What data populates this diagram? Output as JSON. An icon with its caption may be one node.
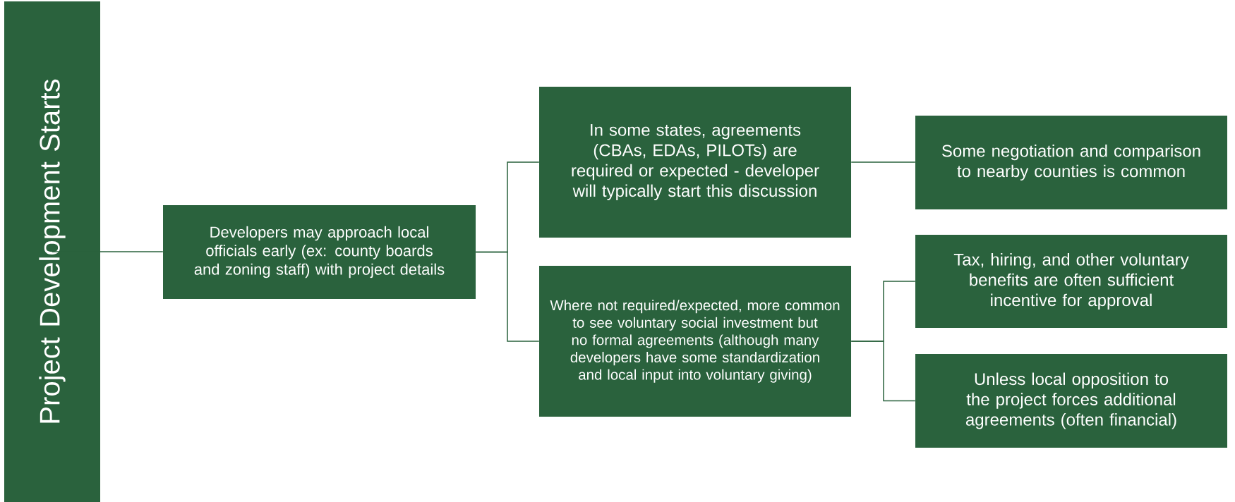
{
  "diagram": {
    "nodes": [
      {
        "text": [
          "Project Development Starts"
        ]
      },
      {
        "text": [
          "Developers may approach local officials early (ex: county boards and zoning staff) with project details"
        ]
      },
      {
        "text": [
          "In some states, agreements (CBAs, EDAs, PILOTs) are required or expected - developer will typically start this discussion"
        ]
      },
      {
        "text": [
          "Where not required/expected, more common to see voluntary social investment but no formal agreements (although many developers have some standardization and local input into voluntary giving)"
        ]
      },
      {
        "text": [
          "Some negotiation and comparison to nearby counties is common"
        ]
      },
      {
        "text": [
          "Tax, hiring, and other voluntary benefits are often sufficient incentive for approval"
        ]
      },
      {
        "text": [
          "Unless local opposition to the project forces additional agreements (often financial)"
        ]
      }
    ],
    "edges": [
      {
        "from": 0,
        "to": 1,
        "arrow": "none"
      },
      {
        "from": 1,
        "to": 2,
        "arrow": "none"
      },
      {
        "from": 1,
        "to": 3,
        "arrow": "none"
      },
      {
        "from": 2,
        "to": 4,
        "arrow": "none"
      },
      {
        "from": 3,
        "to": 5,
        "arrow": "none"
      },
      {
        "from": 3,
        "to": 6,
        "arrow": "none"
      }
    ]
  }
}
